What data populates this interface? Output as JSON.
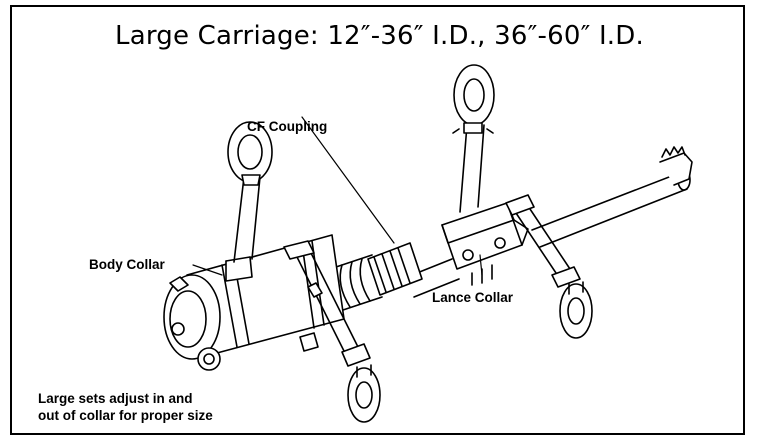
{
  "title": "Large Carriage: 12″-36″ I.D., 36″-60″ I.D.",
  "labels": {
    "cf_coupling": "CF Coupling",
    "body_collar": "Body Collar",
    "lance_collar": "Lance Collar"
  },
  "note": {
    "line1": "Large sets adjust in and",
    "line2": "out of collar for proper size"
  },
  "colors": {
    "ink": "#000000",
    "background": "#ffffff"
  }
}
